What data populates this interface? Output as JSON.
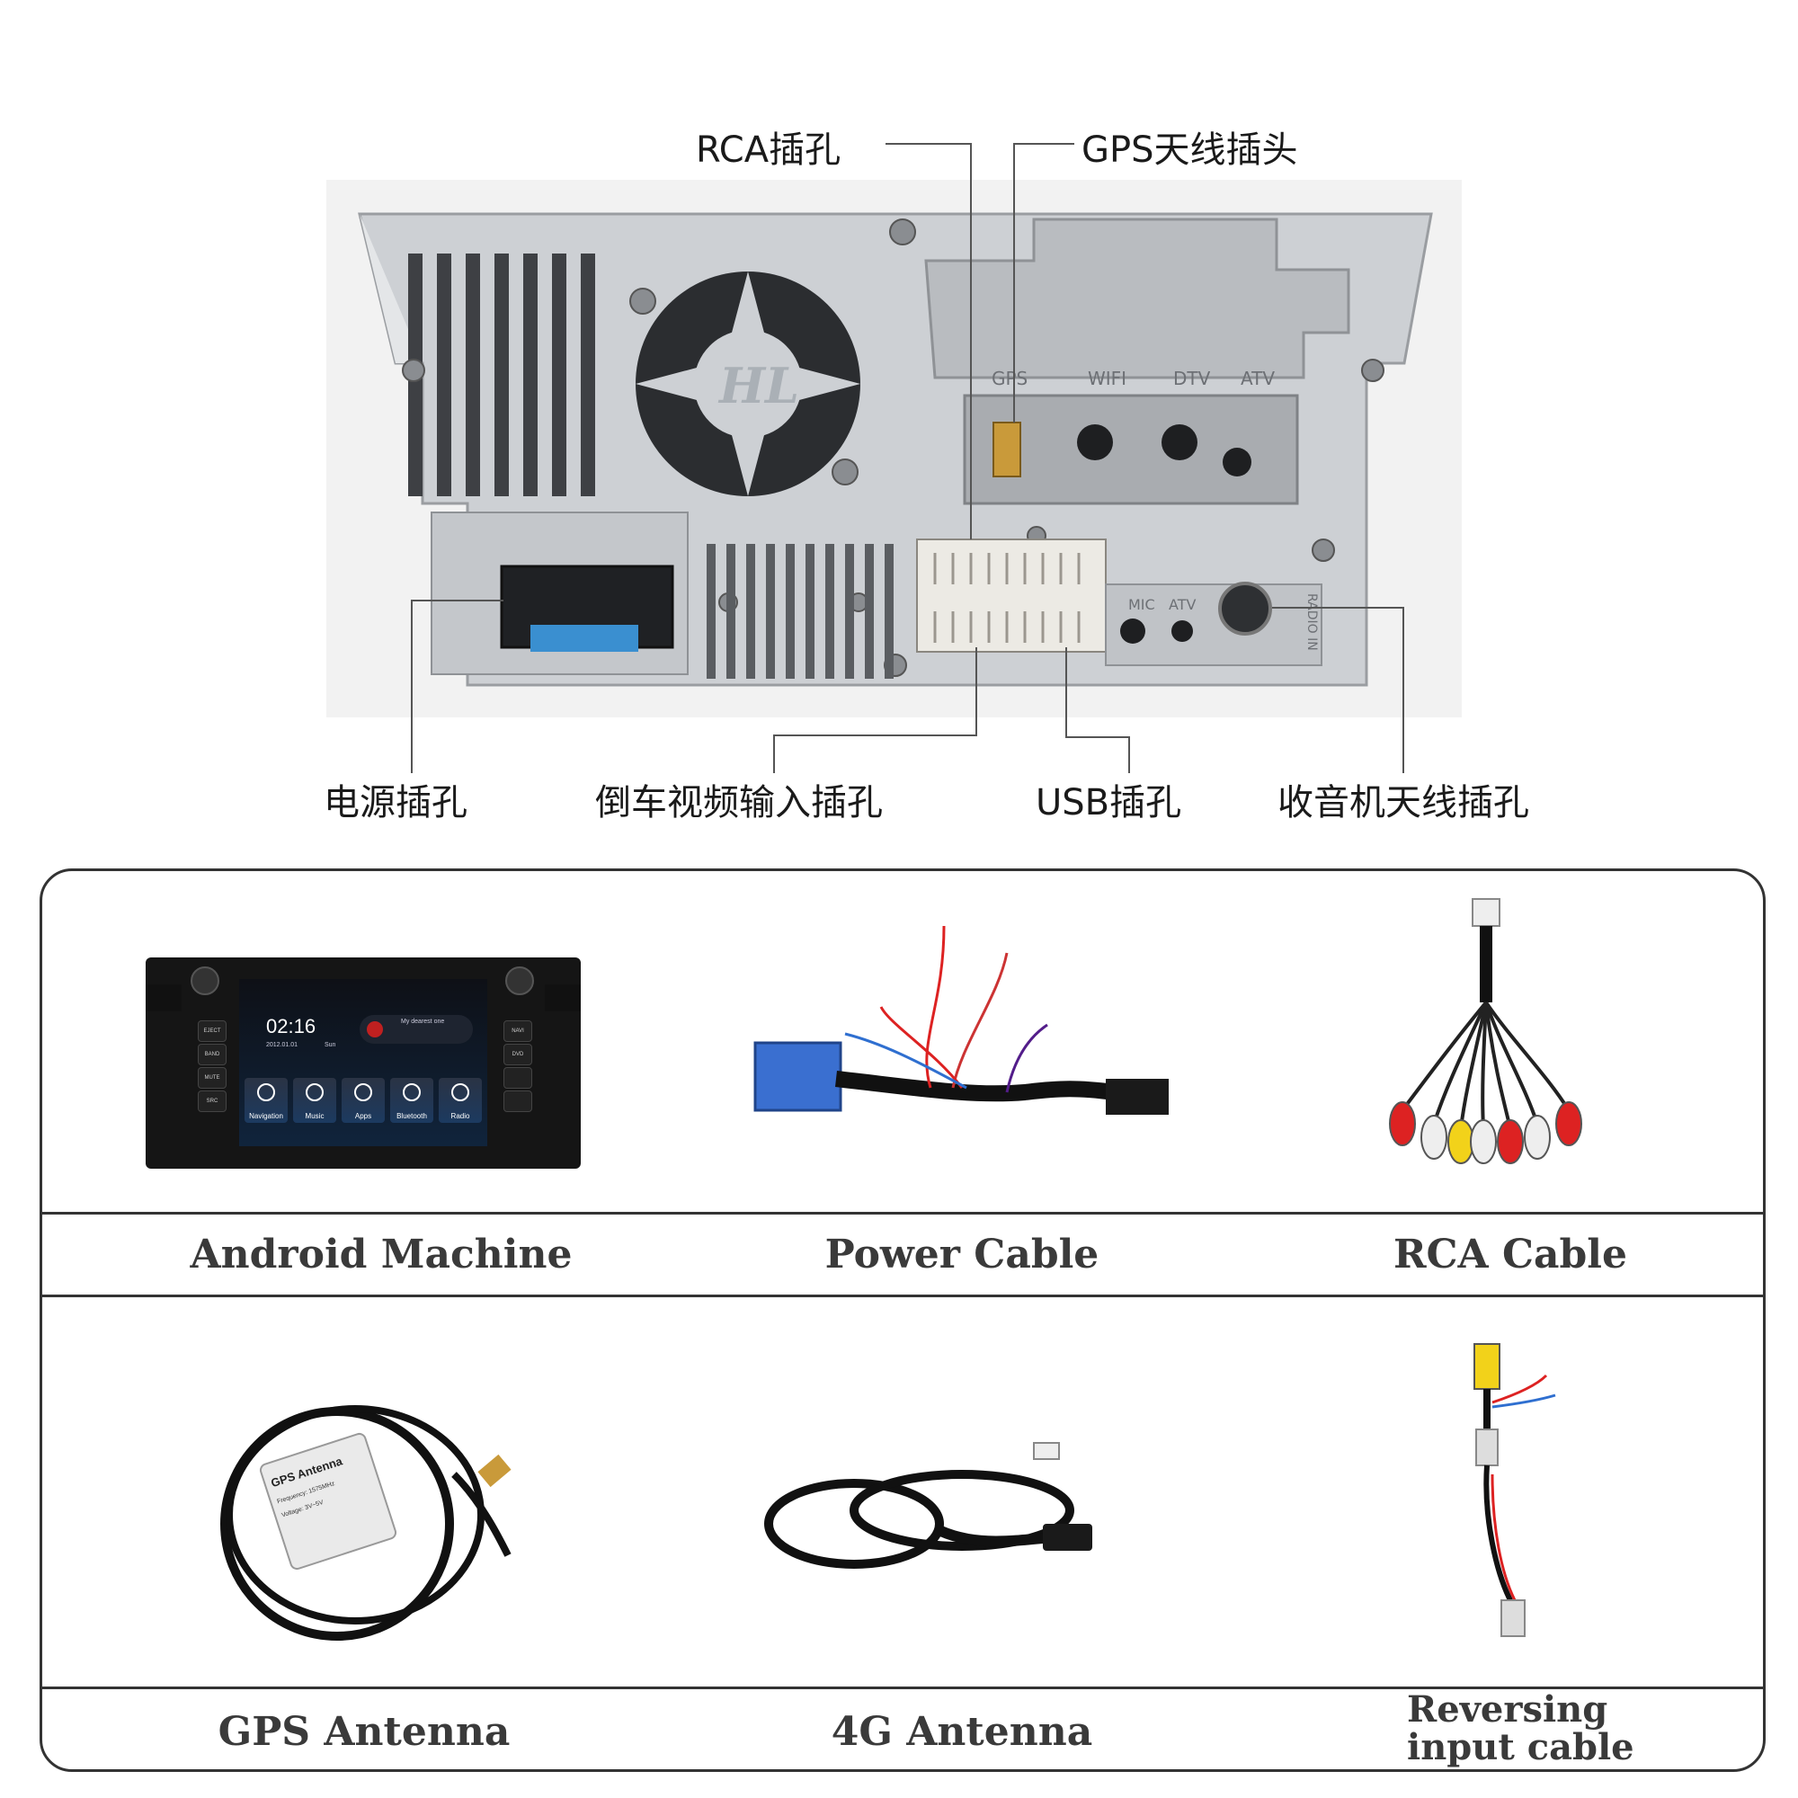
{
  "callouts": {
    "rca_jack": "RCA插孔",
    "gps_antenna_plug": "GPS天线插头",
    "power_jack": "电源插孔",
    "reverse_video_input": "倒车视频输入插孔",
    "usb_jack": "USB插孔",
    "radio_antenna_jack": "收音机天线插孔"
  },
  "unit_labels": {
    "brand_logo": "HL",
    "antenna_ports": [
      "GPS",
      "WIFI",
      "DTV",
      "ATV"
    ],
    "lower_ports": [
      "MIC",
      "ATV"
    ],
    "radio_port": "RADIO IN"
  },
  "screen": {
    "time": "02:16",
    "date": "2012.01.01",
    "day": "Sun",
    "song": "My dearest one",
    "apps": [
      "Navigation",
      "Music",
      "Apps",
      "Bluetooth",
      "Radio"
    ],
    "left_buttons": [
      "EJECT",
      "BAND",
      "MUTE",
      "SRC"
    ],
    "right_buttons": [
      "NAVI",
      "DVD",
      "",
      ""
    ]
  },
  "items": [
    {
      "caption": "Android Machine"
    },
    {
      "caption": "Power Cable"
    },
    {
      "caption": "RCA Cable"
    },
    {
      "caption": "GPS Antenna"
    },
    {
      "caption": "4G Antenna"
    },
    {
      "caption": "Reversing input cable",
      "caption_line1": "Reversing",
      "caption_line2": "input cable"
    }
  ],
  "gps_label": {
    "title": "GPS Antenna",
    "frequency": "Frequency: 1575MHz",
    "voltage": "Voltage: 3V~5V"
  },
  "colors": {
    "border": "#333333",
    "caption": "#3a3a3a",
    "unit_metal": "#c8ccd0",
    "connector_blue": "#3a6fd0"
  }
}
